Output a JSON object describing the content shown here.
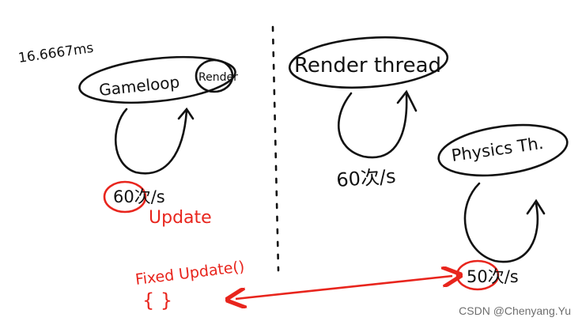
{
  "colors": {
    "ink": "#111111",
    "red": "#e8251d",
    "watermark": "#6e6e6e",
    "background": "#ffffff"
  },
  "left": {
    "frame_time": "16.6667ms",
    "gameloop_label": "Gameloop",
    "render_label": "Render",
    "rate": "60次/s",
    "update_label": "Update"
  },
  "right": {
    "render_thread_label": "Render thread",
    "render_rate": "60次/s",
    "physics_label": "Physics Th.",
    "physics_rate": "50次/s"
  },
  "bottom": {
    "fixed_update_label": "Fixed Update()",
    "braces": "{ }"
  },
  "watermark": "CSDN @Chenyang.Yu"
}
